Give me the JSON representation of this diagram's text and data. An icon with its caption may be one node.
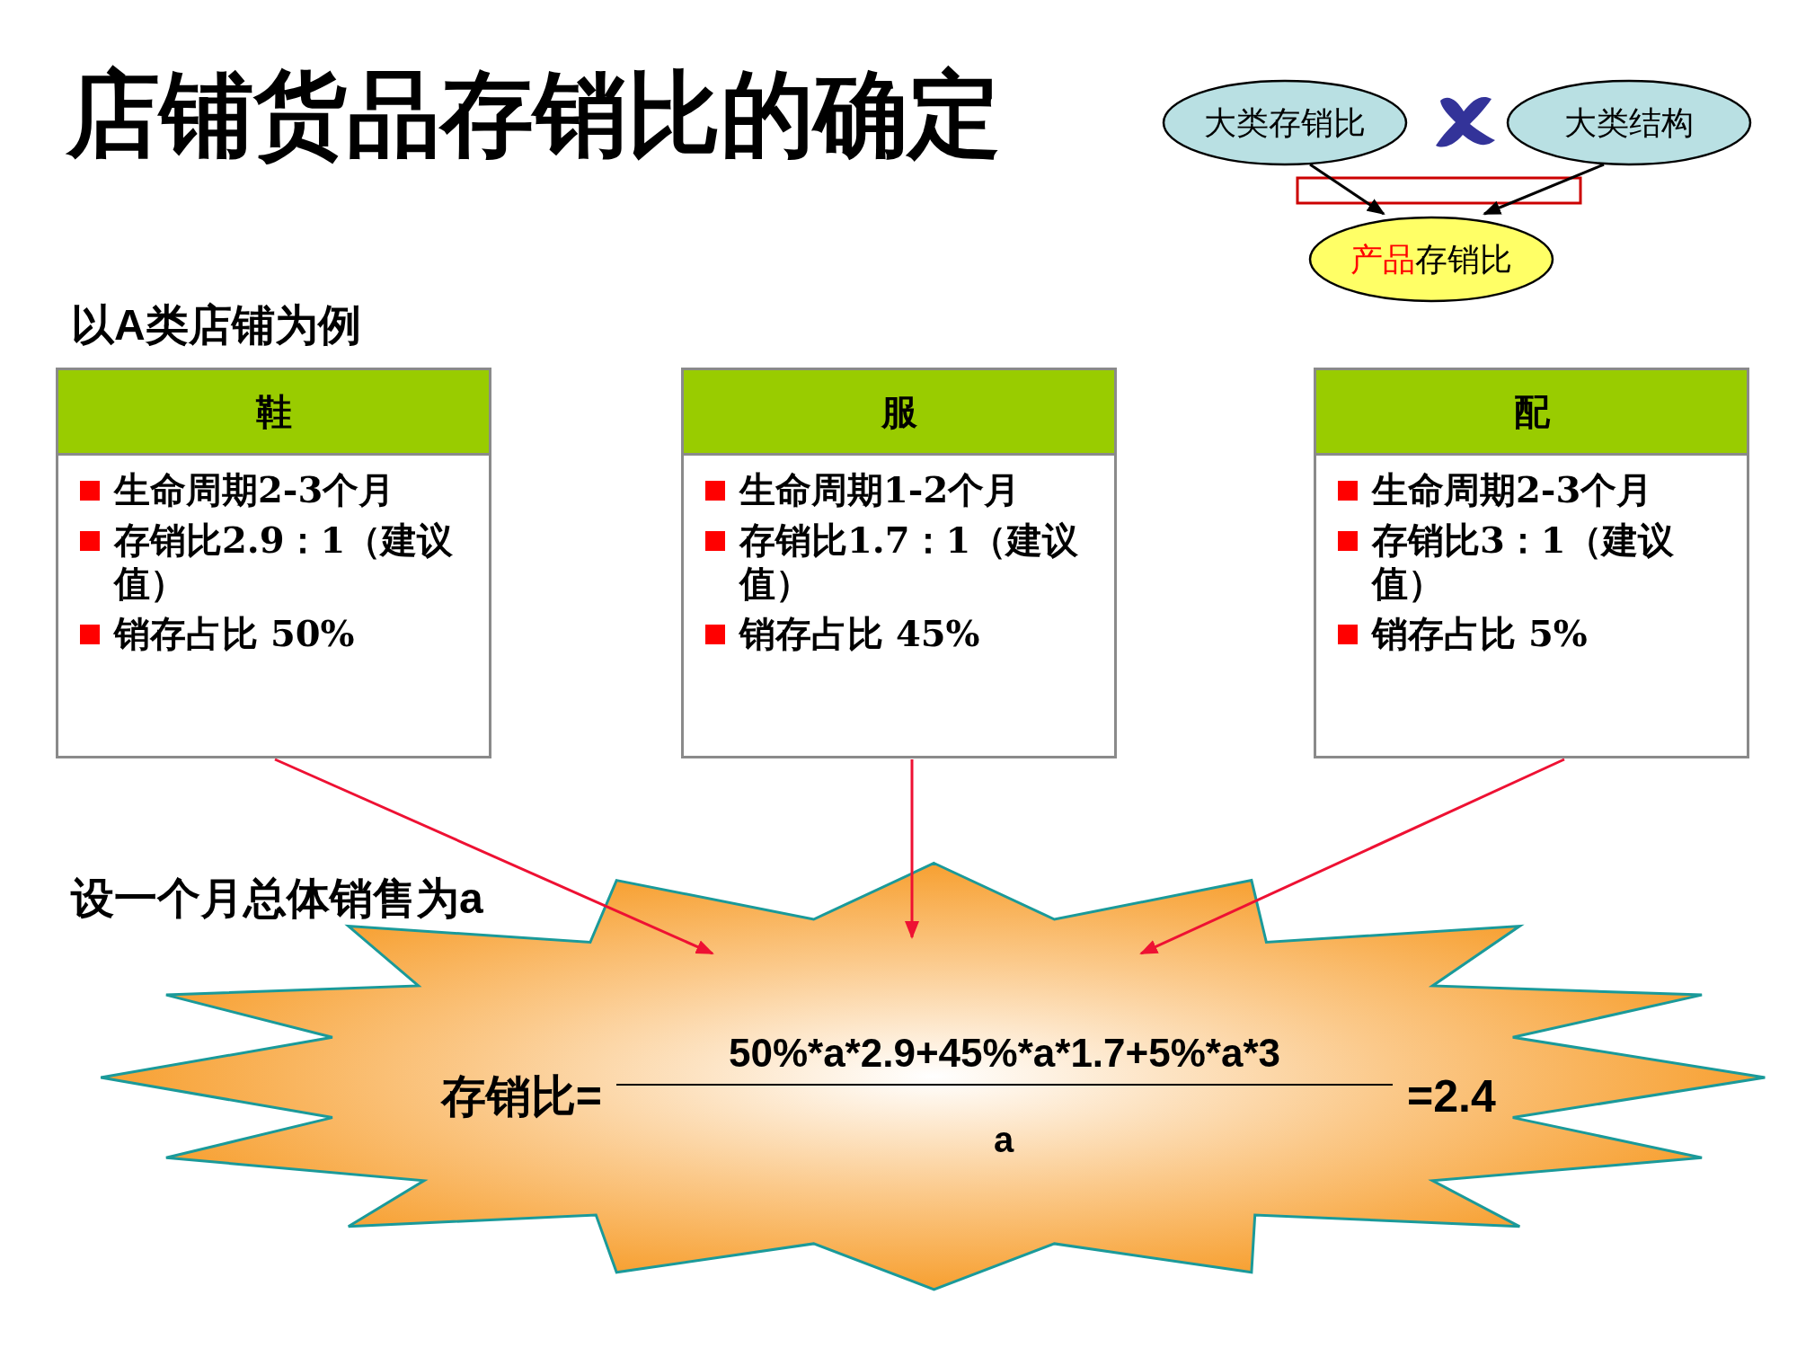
{
  "diagram": {
    "title": "店铺货品存销比的确定",
    "nodes": [
      {
        "text": [
          "大类存销比"
        ]
      },
      {
        "text": [
          "大类结构"
        ]
      },
      {
        "text": [
          "**产品**存销比"
        ]
      },
      {
        "text": [
          "鞋",
          "生命周期2-3个月",
          "存销比2.9：1（建议值）",
          "销存占比 50%"
        ]
      },
      {
        "text": [
          "服",
          "生命周期1-2个月",
          "存销比1.7：1（建议值）",
          "销存占比 45%"
        ]
      },
      {
        "text": [
          "配",
          "生命周期2-3个月",
          "存销比3：1（建议值）",
          "销存占比 5%"
        ]
      },
      {
        "text": [
          "存销比=",
          "50%*a*2.9+45%*a*1.7+5%*a*3",
          "a",
          "=2.4"
        ]
      }
    ],
    "edges": [
      {
        "from": 0,
        "to": 2,
        "arrow": "to",
        "color": "#000000"
      },
      {
        "from": 1,
        "to": 2,
        "arrow": "to",
        "color": "#000000"
      },
      {
        "from": 3,
        "to": 6,
        "arrow": "to"
      },
      {
        "from": 4,
        "to": 6,
        "arrow": "to"
      },
      {
        "from": 5,
        "to": 6,
        "arrow": "to"
      }
    ],
    "labels": [
      "以A类店铺为例",
      "设一个月总体销售为a"
    ]
  }
}
